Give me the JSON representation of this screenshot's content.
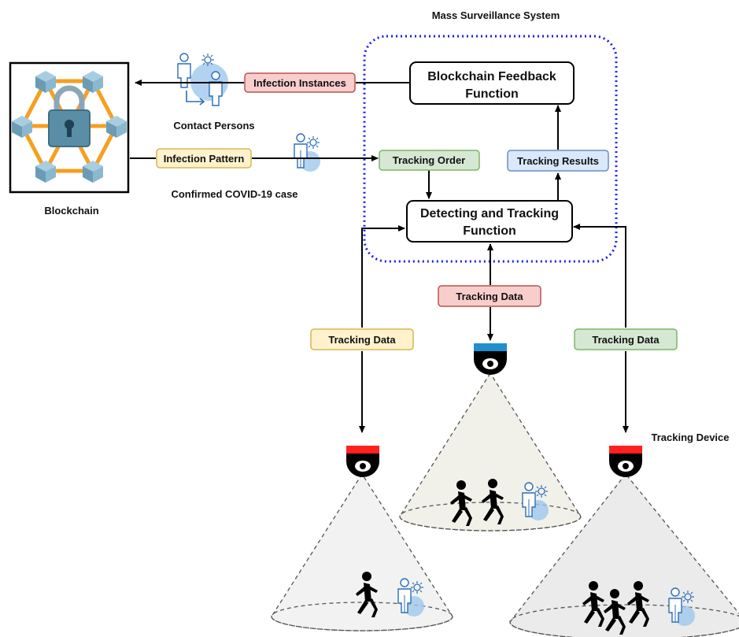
{
  "title": "Mass Surveillance System",
  "nodes": {
    "blockchain_label": "Blockchain",
    "feedback_line1": "Blockchain Feedback",
    "feedback_line2": "Function",
    "detect_line1": "Detecting and Tracking",
    "detect_line2": "Function"
  },
  "badges": {
    "infection_instances": "Infection Instances",
    "infection_pattern": "Infection Pattern",
    "tracking_order": "Tracking Order",
    "tracking_results": "Tracking Results",
    "tracking_data_center": "Tracking Data",
    "tracking_data_left": "Tracking Data",
    "tracking_data_right": "Tracking Data"
  },
  "labels": {
    "contact_persons": "Contact Persons",
    "confirmed_case": "Confirmed COVID-19 case",
    "tracking_device": "Tracking Device"
  },
  "colors": {
    "surveillance_border": "#1a1aff",
    "red_badge_fill": "#f8cecc",
    "red_badge_stroke": "#b85450",
    "yellow_badge_fill": "#fff2cc",
    "yellow_badge_stroke": "#d6b656",
    "green_badge_fill": "#d5e8d4",
    "green_badge_stroke": "#82b366",
    "blue_badge_fill": "#dae8fc",
    "blue_badge_stroke": "#6c8ebf",
    "camera_red": "#ff2020",
    "camera_blue": "#1e90d0",
    "blockchain_orange": "#f5a020",
    "blockchain_cube": "#7fb0c8"
  }
}
